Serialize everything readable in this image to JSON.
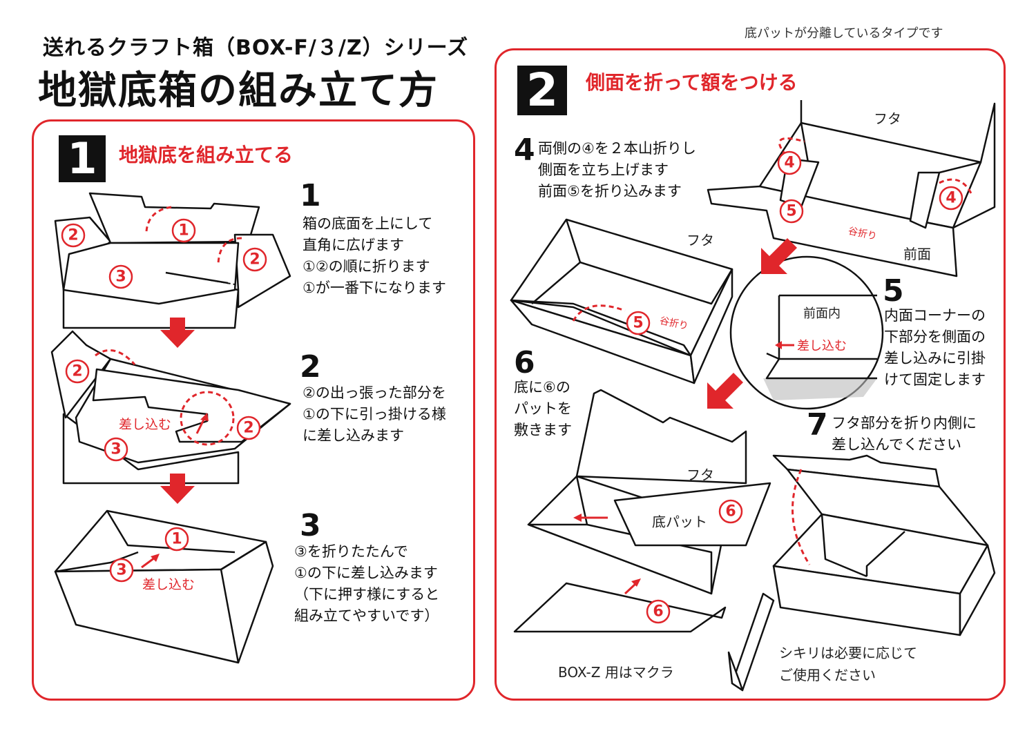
{
  "header": {
    "series": "送れるクラフト箱（BOX-F/３/Z）シリーズ",
    "title": "地獄底箱の組み立て方",
    "note": "底パットが分離しているタイプです"
  },
  "section1": {
    "badge": "1",
    "title": "地獄底を組み立てる",
    "steps": [
      {
        "num": "1",
        "text": "箱の底面を上にして\n直角に広げます\n①②の順に折ります\n①が一番下になります"
      },
      {
        "num": "2",
        "text": "②の出っ張った部分を\n①の下に引っ掛ける様\nに差し込みます"
      },
      {
        "num": "3",
        "text": "③を折りたたんで\n①の下に差し込みます\n（下に押す様にすると\n組み立てやすいです）"
      }
    ],
    "labels": {
      "insert": "差し込む"
    },
    "circled": [
      "①",
      "②",
      "③"
    ]
  },
  "section2": {
    "badge": "2",
    "title": "側面を折って額をつける",
    "steps": [
      {
        "num": "4",
        "text": "両側の④を２本山折りし\n側面を立ち上げます\n前面⑤を折り込みます"
      },
      {
        "num": "5",
        "text": "内面コーナーの\n下部分を側面の\n差し込みに引掛\nけて固定します"
      },
      {
        "num": "6",
        "text": "底に⑥の\nパットを\n敷きます"
      },
      {
        "num": "7",
        "text": "フタ部分を折り内側に\n差し込んでください"
      }
    ],
    "labels": {
      "lid": "フタ",
      "front": "前面",
      "valley_fold": "谷折り",
      "front_inner": "前面内",
      "insert": "差し込む",
      "bottom_pad": "底パット",
      "pillow": "BOX-Z 用はマクラ",
      "divider": "シキリは必要に応じて\nご使用ください"
    },
    "circled": [
      "④",
      "⑤",
      "⑥"
    ]
  },
  "colors": {
    "accent": "#e0262b",
    "ink": "#111111"
  }
}
